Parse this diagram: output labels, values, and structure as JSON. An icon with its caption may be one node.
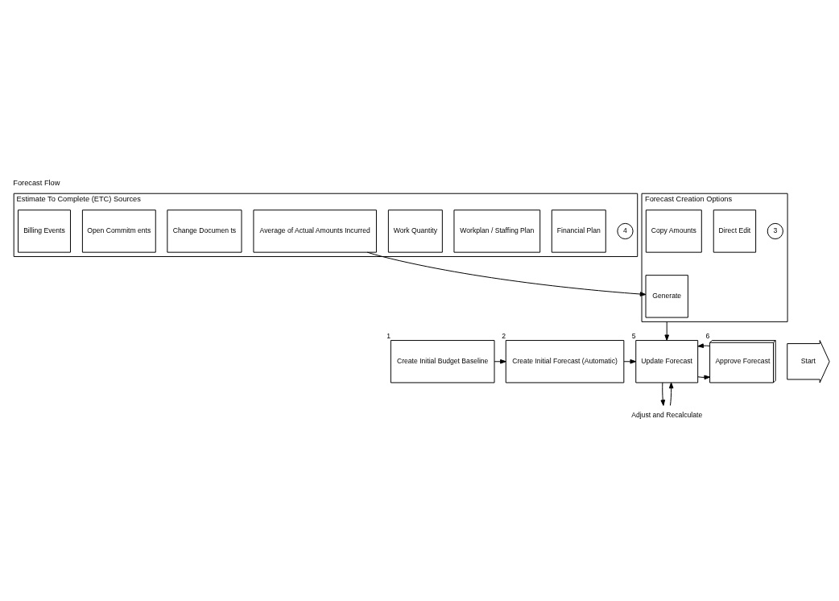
{
  "diagram": {
    "title": "Forecast Flow",
    "nodes": [
      {
        "text": [
          "Estimate To Complete (ETC) Sources"
        ],
        "beside": [
          "4"
        ]
      },
      {
        "text": [
          "Financial Plan"
        ],
        "in": 0
      },
      {
        "text": [
          "Workplan / Staffing Plan"
        ],
        "in": 0
      },
      {
        "text": [
          "Work Quantity"
        ],
        "in": 0
      },
      {
        "text": [
          "Average of Actual Amounts Incurred"
        ],
        "in": 0
      },
      {
        "text": [
          "Change Documen ts"
        ],
        "in": 0
      },
      {
        "text": [
          "Open Commitm ents"
        ],
        "in": 0
      },
      {
        "text": [
          "Billing Events"
        ],
        "in": 0
      },
      {
        "text": [
          "Forecast Creation Options"
        ],
        "beside": [
          "3"
        ]
      },
      {
        "text": [
          "Direct Edit"
        ],
        "in": 8
      },
      {
        "text": [
          "Generate"
        ],
        "in": 8
      },
      {
        "text": [
          "Copy Amounts"
        ],
        "in": 8
      },
      {
        "text": [
          "Start"
        ]
      },
      {
        "text": [
          "Create Initial Budget Baseline"
        ],
        "beside": [
          "1"
        ]
      },
      {
        "text": [
          "Create Initial Forecast (Automatic)"
        ],
        "beside": [
          "2"
        ]
      },
      {
        "text": [
          "Update Forecast"
        ],
        "beside": [
          "5"
        ]
      },
      {
        "text": [
          "Approve Forecast"
        ],
        "beside": [
          "6"
        ]
      },
      {
        "text": [
          "Adjust and Recalculate"
        ]
      }
    ],
    "edges": [
      {
        "from": 4,
        "to": 10,
        "arrow": "to"
      },
      {
        "from": 8,
        "to": 15,
        "arrow": "to"
      },
      {
        "from": 13,
        "to": 14,
        "arrow": "to"
      },
      {
        "from": 14,
        "to": 15,
        "arrow": "to"
      },
      {
        "from": 15,
        "to": 16,
        "arrow": "to"
      },
      {
        "from": 16,
        "to": 15,
        "arrow": "to"
      },
      {
        "from": 15,
        "to": 17,
        "arrow": "to"
      },
      {
        "from": 17,
        "to": 15,
        "arrow": "to"
      }
    ]
  }
}
